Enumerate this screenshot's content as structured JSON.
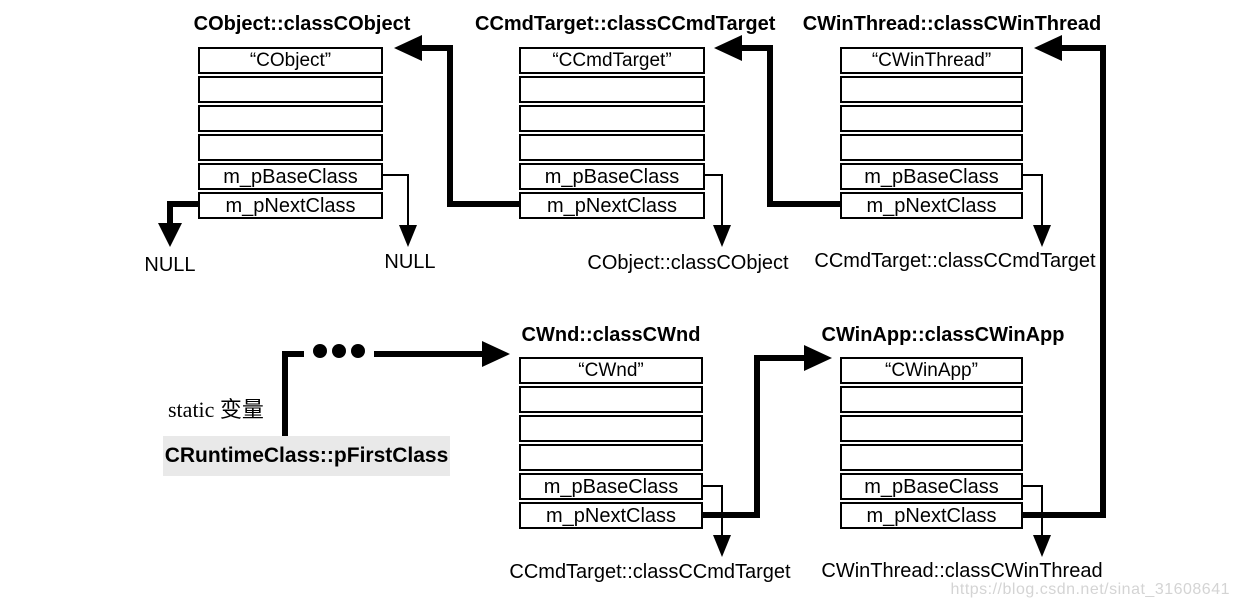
{
  "diagram": {
    "structs": [
      {
        "title": "CObject::classCObject",
        "name": "“CObject”",
        "base_field": "m_pBaseClass",
        "next_field": "m_pNextClass",
        "base_points_to": "NULL",
        "next_points_to": "NULL"
      },
      {
        "title": "CCmdTarget::classCCmdTarget",
        "name": "“CCmdTarget”",
        "base_field": "m_pBaseClass",
        "next_field": "m_pNextClass",
        "base_points_to": "CObject::classCObject",
        "next_points_to": "CObject::classCObject"
      },
      {
        "title": "CWinThread::classCWinThread",
        "name": "“CWinThread”",
        "base_field": "m_pBaseClass",
        "next_field": "m_pNextClass",
        "base_points_to": "CCmdTarget::classCCmdTarget",
        "next_points_to": "CCmdTarget::classCCmdTarget"
      },
      {
        "title": "CWnd::classCWnd",
        "name": "“CWnd”",
        "base_field": "m_pBaseClass",
        "next_field": "m_pNextClass",
        "base_points_to": "CCmdTarget::classCCmdTarget",
        "next_points_to": "CWinApp::classCWinApp"
      },
      {
        "title": "CWinApp::classCWinApp",
        "name": "“CWinApp”",
        "base_field": "m_pBaseClass",
        "next_field": "m_pNextClass",
        "base_points_to": "CWinThread::classCWinThread",
        "next_points_to": "CWinThread::classCWinThread"
      }
    ],
    "labels": {
      "null_left": "NULL",
      "null_right": "NULL",
      "under_ccmdtarget": "CObject::classCObject",
      "under_cwinthread": "CCmdTarget::classCCmdTarget",
      "under_cwnd": "CCmdTarget::classCCmdTarget",
      "under_cwinapp": "CWinThread::classCWinThread"
    },
    "static_label": "static 变量",
    "pointer_box_label": "CRuntimeClass::pFirstClass",
    "watermark": "https://blog.csdn.net/sinat_31608641",
    "colors": {
      "line": "#000000",
      "highlight_bg": "#e9e9e9",
      "watermark": "#d4d4d4"
    }
  }
}
